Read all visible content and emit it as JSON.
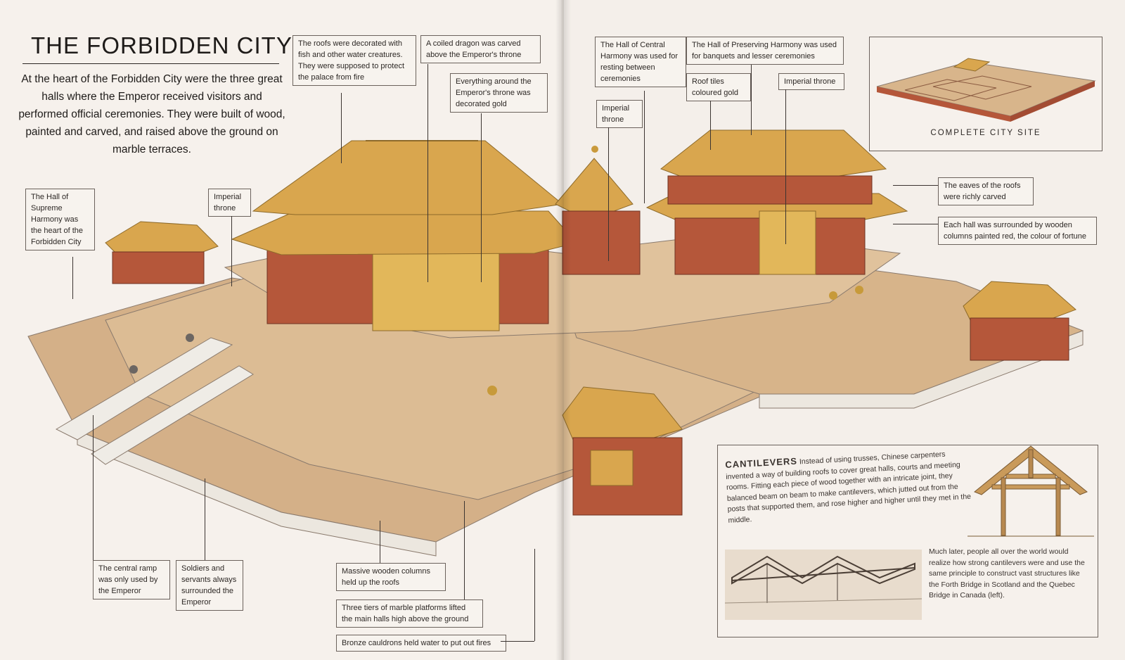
{
  "header": {
    "title": "THE FORBIDDEN CITY",
    "intro": "At the heart of the Forbidden City were the three great halls where the Emperor received visitors and performed official ceremonies. They were built of wood, painted and carved, and raised above the ground on marble terraces."
  },
  "labels": {
    "roofs_decorated": "The roofs were decorated with fish and other water creatures. They were supposed to protect the palace from fire",
    "coiled_dragon": "A coiled dragon was carved above the Emperor's throne",
    "everything_gold": "Everything around the Emperor's throne was decorated gold",
    "hall_central": "The Hall of Central Harmony was used for resting between ceremonies",
    "hall_preserving": "The Hall of Preserving Harmony was used for banquets and lesser ceremonies",
    "roof_tiles": "Roof tiles coloured gold",
    "imperial_throne_right": "Imperial throne",
    "imperial_throne_center": "Imperial throne",
    "imperial_throne_left": "Imperial throne",
    "hall_supreme": "The Hall of Supreme Harmony was the heart of the Forbidden City",
    "eaves": "The eaves of the roofs were richly carved",
    "columns_red": "Each hall was surrounded by wooden columns painted red, the colour of fortune",
    "central_ramp": "The central ramp was only used by the Emperor",
    "soldiers": "Soldiers and servants always surrounded the Emperor",
    "wooden_columns": "Massive wooden columns held up the roofs",
    "three_tiers": "Three tiers of marble platforms lifted the main halls high above the ground",
    "cauldrons": "Bronze cauldrons held water to put out fires"
  },
  "site": {
    "caption": "COMPLETE CITY SITE"
  },
  "cantilevers": {
    "heading": "CANTILEVERS",
    "text": "Instead of using trusses, Chinese carpenters invented a way of building roofs to cover great halls, courts and meeting rooms. Fitting each piece of wood together with an intricate joint, they balanced beam on beam to make cantilevers, which jutted out from the posts that supported them, and rose higher and higher until they met in the middle.",
    "later": "Much later, people all over the world would realize how strong cantilevers were and use the same principle to construct vast structures like the Forth Bridge in Scotland and the Quebec Bridge in Canada (left)."
  },
  "colors": {
    "roof_gold": "#d9a64e",
    "wall_red": "#b5573a",
    "marble": "#ebe6de",
    "courtyard": "#d7b48a"
  }
}
